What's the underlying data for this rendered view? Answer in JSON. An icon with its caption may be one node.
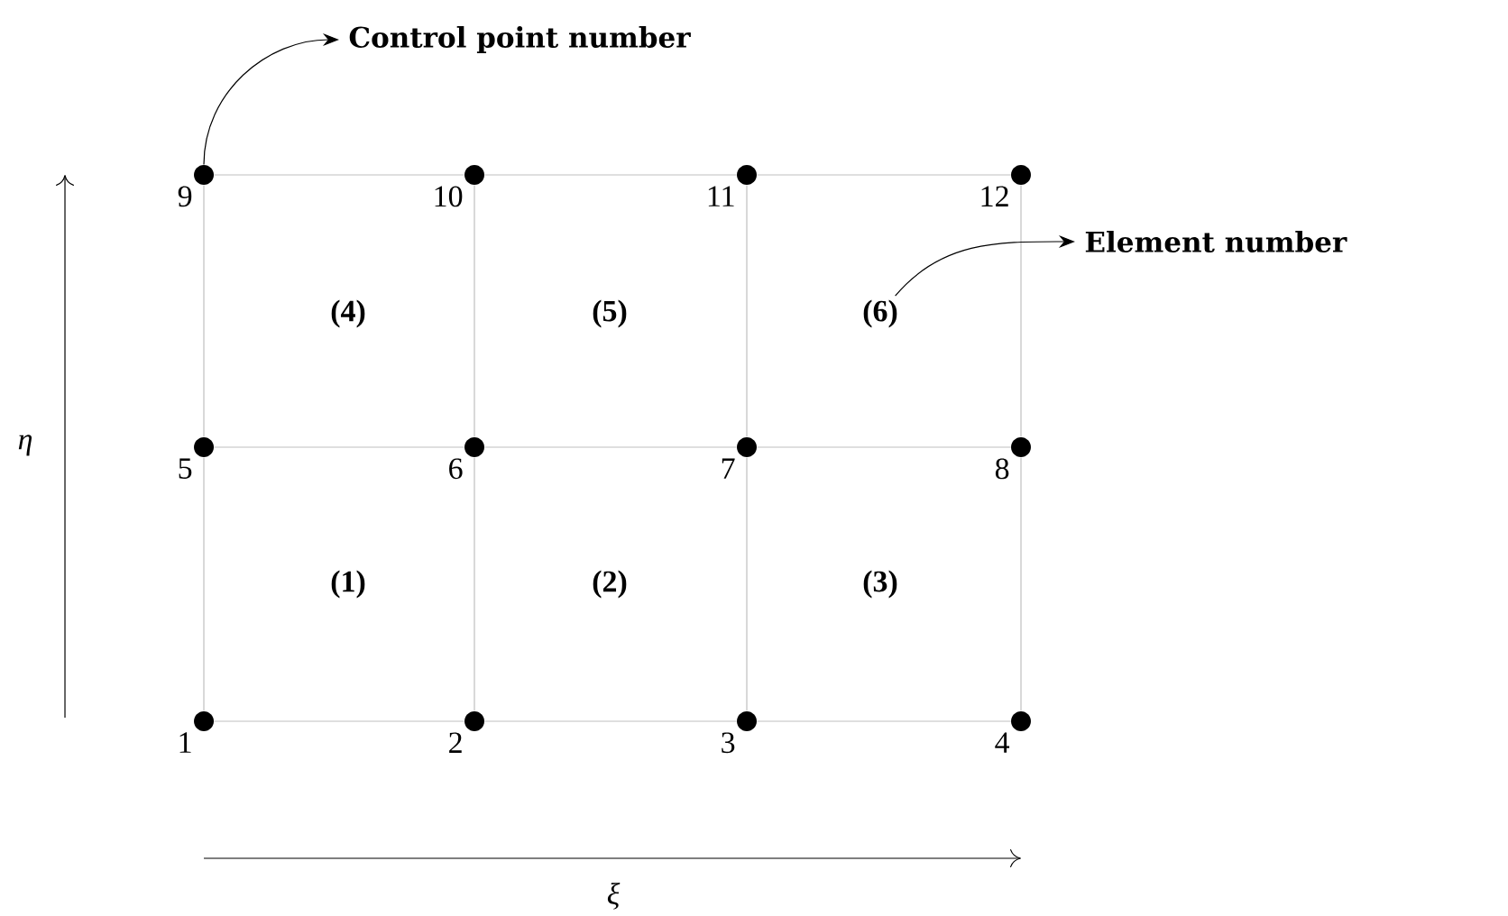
{
  "diagram": {
    "nodes": [
      {
        "text": [],
        "shape": "circle",
        "beside": [
          "9"
        ]
      },
      {
        "text": [],
        "shape": "circle",
        "beside": [
          "10"
        ]
      },
      {
        "text": [],
        "shape": "circle",
        "beside": [
          "11"
        ]
      },
      {
        "text": [],
        "shape": "circle",
        "beside": [
          "12"
        ]
      },
      {
        "text": [],
        "shape": "circle",
        "beside": [
          "5"
        ]
      },
      {
        "text": [],
        "shape": "circle",
        "beside": [
          "6"
        ]
      },
      {
        "text": [],
        "shape": "circle",
        "beside": [
          "7"
        ]
      },
      {
        "text": [],
        "shape": "circle",
        "beside": [
          "8"
        ]
      },
      {
        "text": [],
        "shape": "circle",
        "beside": [
          "1"
        ]
      },
      {
        "text": [],
        "shape": "circle",
        "beside": [
          "2"
        ]
      },
      {
        "text": [],
        "shape": "circle",
        "beside": [
          "3"
        ]
      },
      {
        "text": [],
        "shape": "circle",
        "beside": [
          "4"
        ]
      },
      {
        "text": [
          "(4)"
        ]
      },
      {
        "text": [
          "(5)"
        ]
      },
      {
        "text": [
          "(6)"
        ]
      },
      {
        "text": [
          "(1)"
        ]
      },
      {
        "text": [
          "(2)"
        ]
      },
      {
        "text": [
          "(3)"
        ]
      },
      {
        "text": [
          "Control point number"
        ]
      },
      {
        "text": [
          "Element number"
        ]
      }
    ],
    "edges": [
      {
        "from": 0,
        "to": 1,
        "arrow": "none"
      },
      {
        "from": 1,
        "to": 2,
        "arrow": "none"
      },
      {
        "from": 2,
        "to": 3,
        "arrow": "none"
      },
      {
        "from": 4,
        "to": 5,
        "arrow": "none"
      },
      {
        "from": 5,
        "to": 6,
        "arrow": "none"
      },
      {
        "from": 6,
        "to": 7,
        "arrow": "none"
      },
      {
        "from": 8,
        "to": 9,
        "arrow": "none"
      },
      {
        "from": 9,
        "to": 10,
        "arrow": "none"
      },
      {
        "from": 10,
        "to": 11,
        "arrow": "none"
      },
      {
        "from": 0,
        "to": 4,
        "arrow": "none"
      },
      {
        "from": 4,
        "to": 8,
        "arrow": "none"
      },
      {
        "from": 1,
        "to": 5,
        "arrow": "none"
      },
      {
        "from": 5,
        "to": 9,
        "arrow": "none"
      },
      {
        "from": 2,
        "to": 6,
        "arrow": "none"
      },
      {
        "from": 6,
        "to": 10,
        "arrow": "none"
      },
      {
        "from": 3,
        "to": 7,
        "arrow": "none"
      },
      {
        "from": 7,
        "to": 11,
        "arrow": "none"
      },
      {
        "from": 0,
        "to": 18,
        "arrow": "to",
        "color": "#000000"
      },
      {
        "from": 14,
        "to": 19,
        "arrow": "to",
        "color": "#000000"
      }
    ],
    "labels": [
      "η",
      "ξ"
    ]
  }
}
